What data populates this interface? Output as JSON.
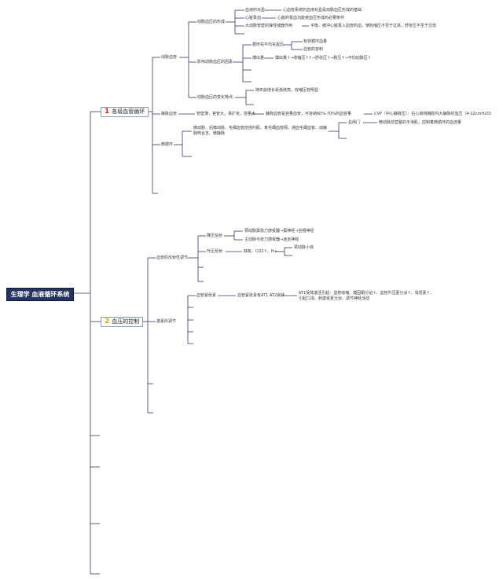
{
  "root": {
    "label": "生理学 血液循环系统"
  },
  "branch1": {
    "number": "1",
    "label": "各级血管循环",
    "artery": {
      "label": "动脉血管",
      "bp_formation": {
        "label": "动脉血压的形成",
        "items": [
          {
            "label": "血液的充盈",
            "note": "心血管系统的血液充盈是动脉血压形成的基础"
          },
          {
            "label": "心脏泵血",
            "note": "心脏的泵血功能使血压形成的必要条件"
          },
          {
            "label": "大动脉管壁的弹性储器作用",
            "note": "平衡、缓冲心脏泵入血管的血，使收缩压不至于过高，舒张压不至于过低"
          }
        ]
      },
      "bp_factors": {
        "label": "影响动脉血压的因素",
        "circulation": {
          "label": "循环充平均充盈压",
          "items": [
            "有效循环血量",
            "血管的容积"
          ]
        },
        "stroke": {
          "label": "搏出量",
          "note": "搏出量↑→收缩压↑↑→舒张压↑→脉压↑→平均动脉压↑"
        }
      },
      "bp_changes": {
        "label": "动脉血压的变化特点：",
        "note": "随年龄增长逐渐增高，收缩压较明显"
      }
    },
    "vein": {
      "label": "静脉血管",
      "chars": "管壁薄，官管大，易扩张，容量大",
      "capacity": "静脉血管是容量血管，可容纳60%-70%的血容量",
      "cvp": "CVP（中心静脉压）：右心房和胸腔内大静脉的血压（4-12cmH2O）"
    },
    "micro": {
      "label": "微循环",
      "chain": "微动脉、后微动脉、毛细血管前括约肌、真毛细血管网、通血毛细血管、动静脉吻合支、微静脉",
      "pathway_label": "总闸门",
      "pathway_note": "微动脉前营整的平滑肌，控制着微循环的血流量"
    }
  },
  "branch2": {
    "number": "2",
    "label": "血压的控制",
    "neural": {
      "label": "血管的反射性调节",
      "baro": {
        "label": "降压反射",
        "items": [
          "颈动脉窦张力感受器→窦神经→舌咽神经",
          "主动脉弓张力感受器→迷走神经"
        ]
      },
      "pressor": {
        "label": "升压反射",
        "note": "缺氧、CO2↑、H+",
        "result": "颈动脉小体"
      }
    },
    "humoral": {
      "label": "激素的调节",
      "raas": {
        "label": "血管紧张素",
        "receptor": "血管紧张素有AT1 AT2受体",
        "effect": "AT1受体激活引起：血管收缩、醛固酮分泌↑、血管升压素分泌↑、渴觉素↑、引起口渴、刺激肾素分泌、调节神经活动"
      }
    }
  }
}
